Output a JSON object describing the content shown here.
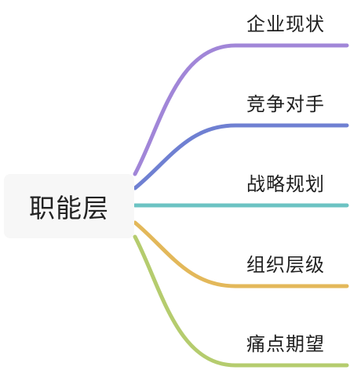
{
  "root": {
    "label": "职能层"
  },
  "branches": [
    {
      "label": "企业现状",
      "color": "#a186d8"
    },
    {
      "label": "竞争对手",
      "color": "#6f80d2"
    },
    {
      "label": "战略规划",
      "color": "#6cc3c3"
    },
    {
      "label": "组织层级",
      "color": "#e3b85a"
    },
    {
      "label": "痛点期望",
      "color": "#b5cc6e"
    }
  ]
}
